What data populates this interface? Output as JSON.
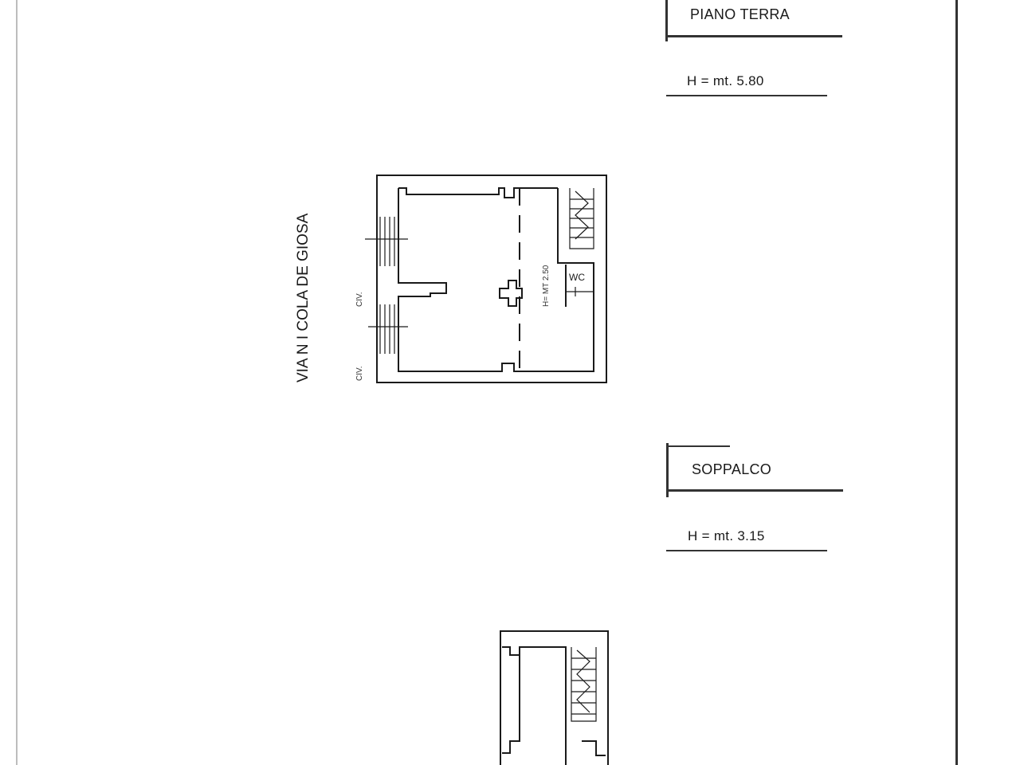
{
  "floors": [
    {
      "title": "PIANO TERRA",
      "height": "H = mt. 5.80"
    },
    {
      "title": "SOPPALCO",
      "height": "H = mt. 3.15"
    }
  ],
  "plan": {
    "street": "VIA N I COLA DE GIOSA",
    "civ_labels": [
      "CIV.",
      "CIV."
    ],
    "wc_label": "WC",
    "room_height": "H= MT 2.50"
  }
}
